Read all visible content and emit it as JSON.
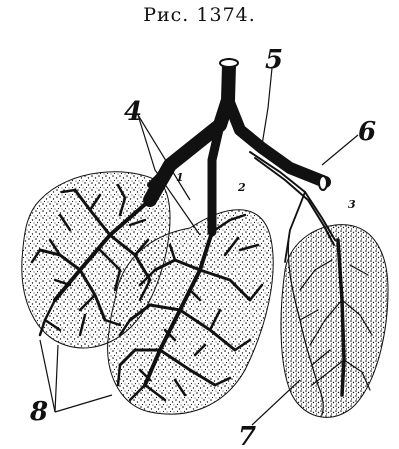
{
  "figure": {
    "title": "Рис. 1374.",
    "labels": {
      "l1": "1",
      "l2": "2",
      "l3": "3",
      "l4": "4",
      "l5": "5",
      "l6": "6",
      "l7": "7",
      "l8": "8"
    }
  },
  "colors": {
    "ink": "#111111",
    "paper": "#ffffff"
  }
}
